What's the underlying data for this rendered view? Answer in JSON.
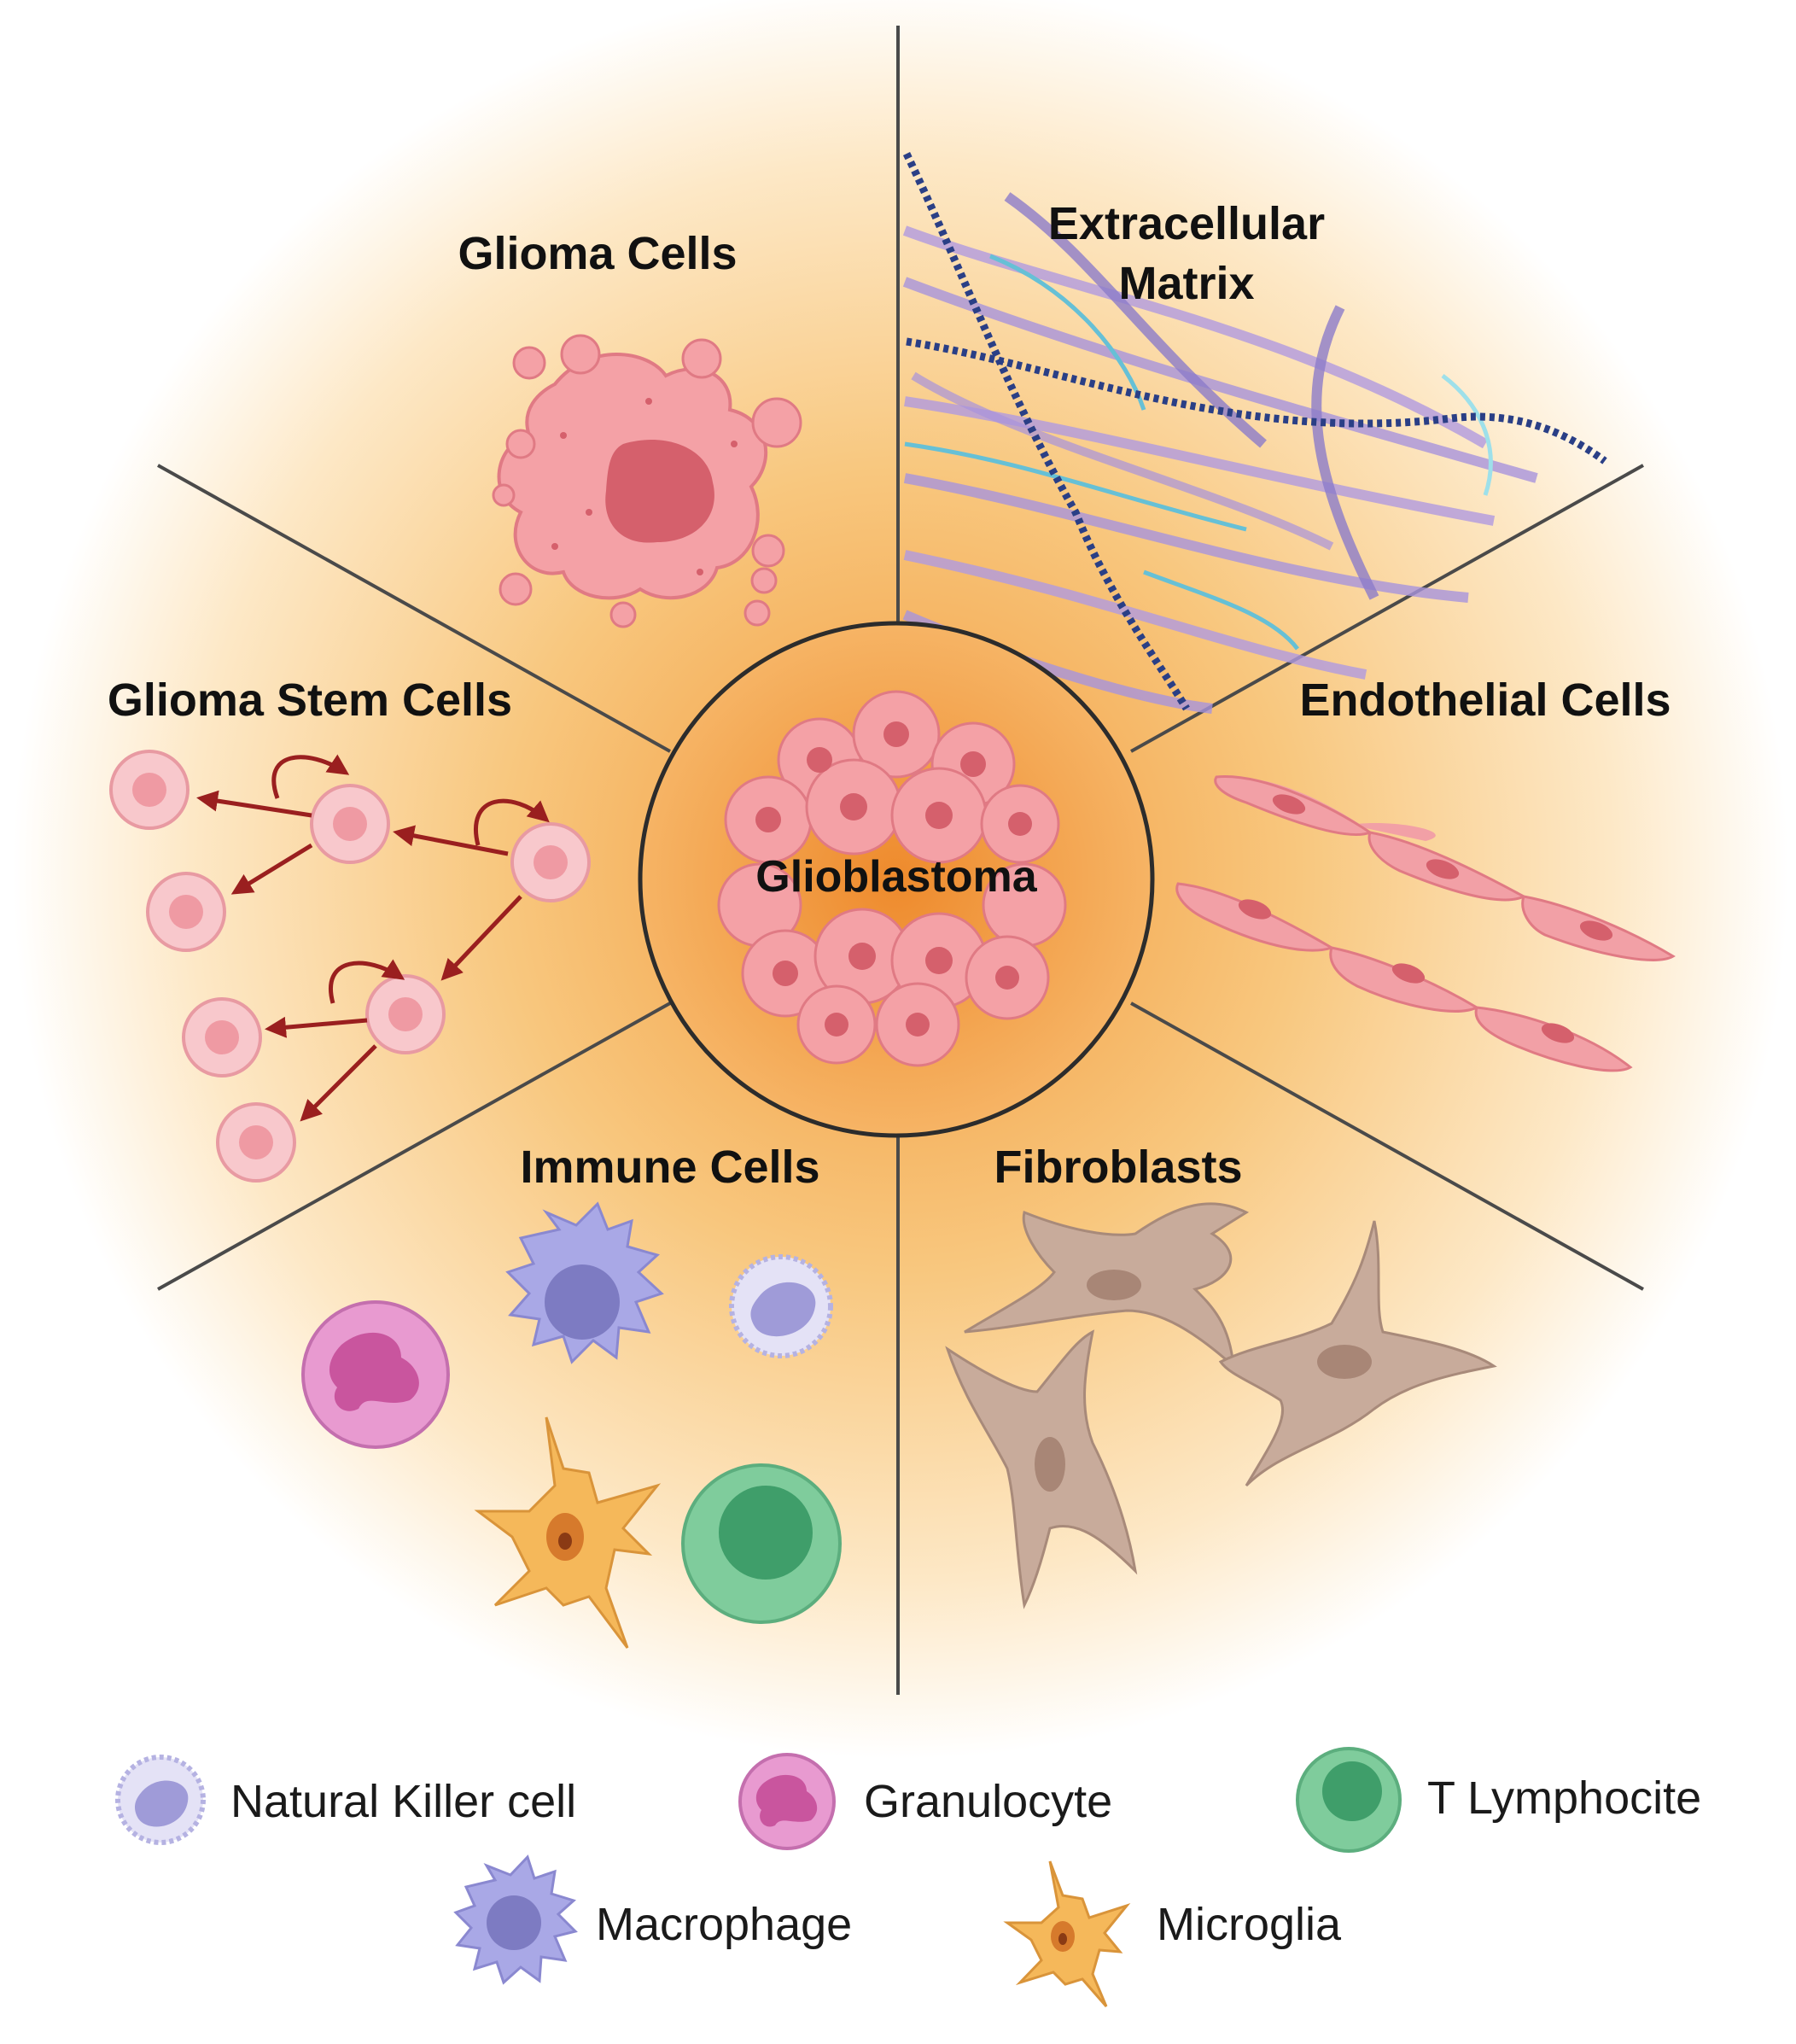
{
  "center": {
    "label": "Glioblastoma"
  },
  "sectors": [
    {
      "key": "glioma",
      "label": "Glioma Cells"
    },
    {
      "key": "ecm",
      "label_line1": "Extracellular",
      "label_line2": "Matrix"
    },
    {
      "key": "endothelial",
      "label": "Endothelial Cells"
    },
    {
      "key": "fibroblasts",
      "label": "Fibroblasts"
    },
    {
      "key": "immune",
      "label": "Immune Cells"
    },
    {
      "key": "stem",
      "label": "Glioma Stem Cells"
    }
  ],
  "legend": [
    {
      "label": "Natural Killer cell",
      "icon": "natural-killer-cell-icon"
    },
    {
      "label": "Granulocyte",
      "icon": "granulocyte-icon"
    },
    {
      "label": "T Lymphocite",
      "icon": "t-lymphocyte-icon"
    },
    {
      "label": "Macrophage",
      "icon": "macrophage-icon"
    },
    {
      "label": "Microglia",
      "icon": "microglia-icon"
    }
  ],
  "colors": {
    "background_inner": "#f5b75c",
    "background_outer": "#ffffff",
    "center_fill": "#f09a3e",
    "divider": "#555555",
    "glioma_pink": "#f4a1a6",
    "nucleus_dark": "#d9626d",
    "stem_cell": "#f8c8cc",
    "arrow": "#9a1f1f",
    "endothelial": "#f2a0a6",
    "fibroblast": "#c8ab9b",
    "macrophage": "#a9a8e6",
    "granulocyte": "#e89ad0",
    "t_lymphocyte": "#7fcc9c",
    "microglia": "#f5b85a"
  }
}
